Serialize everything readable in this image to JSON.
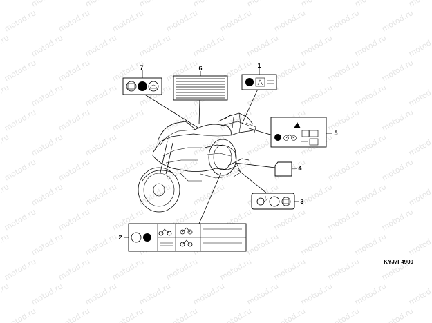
{
  "watermark": {
    "text": "motod.ru"
  },
  "diagram_code": "KYJ7F4900",
  "callouts": [
    {
      "id": "1",
      "label": "1"
    },
    {
      "id": "2",
      "label": "2"
    },
    {
      "id": "3",
      "label": "3"
    },
    {
      "id": "4",
      "label": "4"
    },
    {
      "id": "5",
      "label": "5"
    },
    {
      "id": "6",
      "label": "6"
    },
    {
      "id": "7",
      "label": "7"
    }
  ],
  "colors": {
    "line": "#000000",
    "watermark": "#e4e4e4",
    "background": "#ffffff"
  }
}
